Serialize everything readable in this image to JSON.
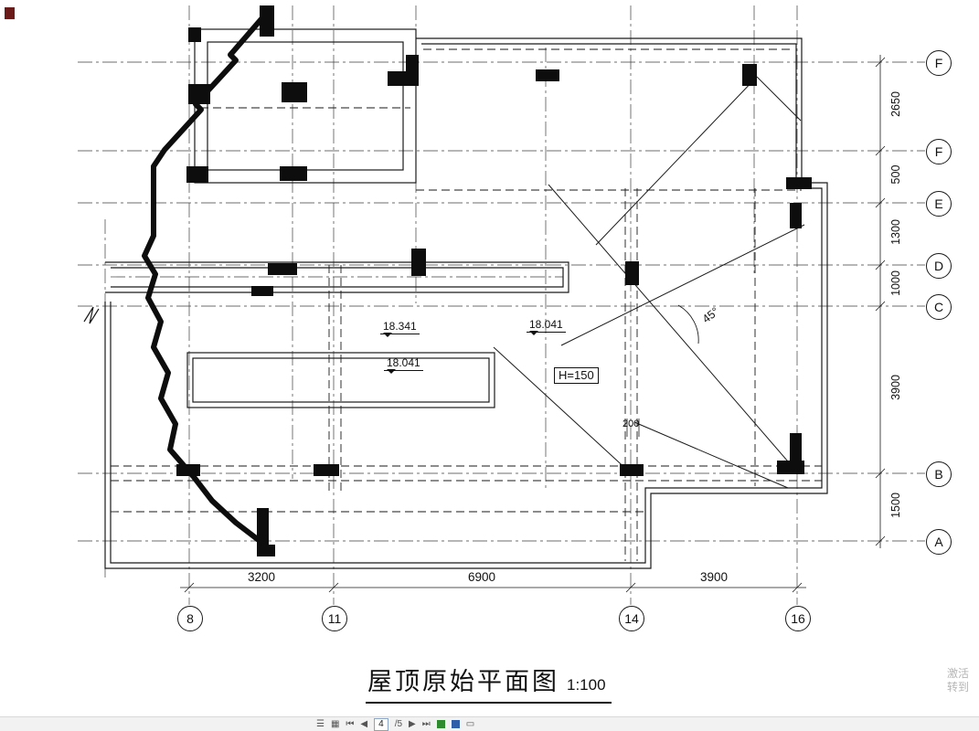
{
  "drawing": {
    "title": "屋顶原始平面图",
    "scale": "1:100",
    "grid_rows": [
      {
        "label": "F"
      },
      {
        "label": "F"
      },
      {
        "label": "E"
      },
      {
        "label": "D"
      },
      {
        "label": "C"
      },
      {
        "label": "B"
      },
      {
        "label": "A"
      }
    ],
    "grid_cols": [
      {
        "label": "8"
      },
      {
        "label": "11"
      },
      {
        "label": "14"
      },
      {
        "label": "16"
      }
    ],
    "dims_right": [
      {
        "value": "2650"
      },
      {
        "value": "500"
      },
      {
        "value": "1300"
      },
      {
        "value": "1000"
      },
      {
        "value": "3900"
      },
      {
        "value": "1500"
      }
    ],
    "dims_bottom": [
      {
        "value": "3200"
      },
      {
        "value": "6900"
      },
      {
        "value": "3900"
      }
    ],
    "level_marks": [
      {
        "value": "18.341"
      },
      {
        "value": "18.041"
      },
      {
        "value": "18.041"
      }
    ],
    "height_label": "H=150",
    "gap_label": "200",
    "angle_label": "45°"
  },
  "watermark": {
    "line1": "激活",
    "line2": "转到"
  },
  "toolbar": {
    "page_current": "4",
    "page_total": "/5",
    "icons": {
      "menu": "☰",
      "thumbnails": "▦",
      "first": "⏮",
      "prev": "◀",
      "next": "▶",
      "last": "⏭",
      "fit_page": "▭"
    }
  },
  "colors": {
    "line": "#1a1a1a",
    "toolbar_green": "#2e8b2e",
    "toolbar_blue": "#2f5fa8",
    "corner_mark_red": "#6b1a1a",
    "watermark_gray": "#b5b5b5"
  }
}
